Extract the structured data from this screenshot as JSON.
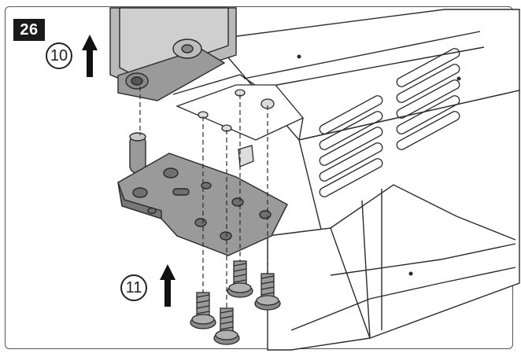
{
  "figure": {
    "step_number": "26",
    "callouts": [
      {
        "id": "callout-10",
        "label": "10"
      },
      {
        "id": "callout-11",
        "label": "11"
      }
    ],
    "colors": {
      "line": "#2a2a2a",
      "hinge_fill": "#9a9a9a",
      "shade_fill": "#b9b9b9",
      "appliance_fill": "#ffffff"
    },
    "icons": [
      "up-arrow-icon",
      "up-arrow-icon"
    ]
  }
}
